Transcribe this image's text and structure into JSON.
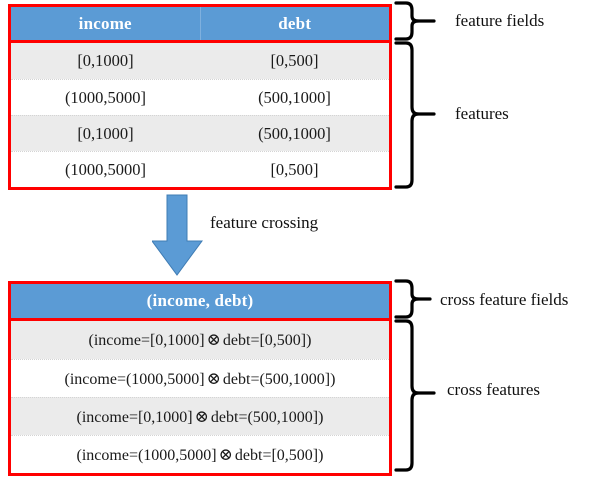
{
  "diagram": {
    "title": "feature crossing diagram",
    "colors": {
      "header_blue": "#5B9BD5",
      "table_border_red": "#FF0000",
      "row_alt_gray": "#EBEBEB",
      "row_plain_white": "#FFFFFF",
      "arrow_blue": "#5B9BD5",
      "brace_black": "#000000",
      "text_black": "#111111",
      "header_text_white": "#FFFFFF"
    }
  },
  "feature_table": {
    "headers": [
      "income",
      "debt"
    ],
    "rows": [
      [
        "[0,1000]",
        "[0,500]"
      ],
      [
        "(1000,5000]",
        "(500,1000]"
      ],
      [
        "[0,1000]",
        "(500,1000]"
      ],
      [
        "(1000,5000]",
        "[0,500]"
      ]
    ],
    "brace_labels": {
      "header": "feature fields",
      "body": "features"
    }
  },
  "transform": {
    "arrow_label": "feature crossing",
    "arrow_icon": "arrow-down-icon",
    "arrow_direction": "down"
  },
  "cross_feature_table": {
    "headers": [
      "(income, debt)"
    ],
    "operator_symbol": "⊗",
    "rows": [
      {
        "left": "(income=[0,1000]",
        "op": "⊗",
        "right": "debt=[0,500])"
      },
      {
        "left": "(income=(1000,5000]",
        "op": "⊗",
        "right": "debt=(500,1000])"
      },
      {
        "left": "(income=[0,1000]",
        "op": "⊗",
        "right": "debt=(500,1000])"
      },
      {
        "left": "(income=(1000,5000]",
        "op": "⊗",
        "right": "debt=[0,500])"
      }
    ],
    "brace_labels": {
      "header": "cross feature fields",
      "body": "cross features"
    }
  }
}
